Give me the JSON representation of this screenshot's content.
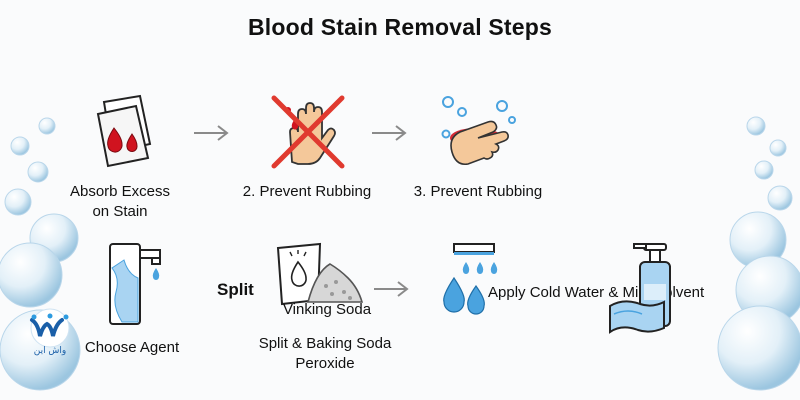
{
  "title": "Blood Stain Removal Steps",
  "steps": {
    "absorb": {
      "line1": "Absorb Excess",
      "line2": "on Stain",
      "icon": "tissue-blood-icon"
    },
    "prevent2": {
      "label": "2. Prevent Rubbing",
      "icon": "no-rubbing-hand-icon"
    },
    "prevent3": {
      "label": "3. Prevent Rubbing",
      "icon": "scrubbing-hand-icon"
    },
    "choose": {
      "label": "Choose Agent",
      "icon": "faucet-drip-icon"
    },
    "split": {
      "label": "Split",
      "icon": "baking-soda-icon"
    },
    "vinking": {
      "label": "Vinking Soda"
    },
    "baking": {
      "line1": "Split & Baking Soda",
      "line2": "Peroxide"
    },
    "apply": {
      "label": "Apply Cold Water & Mild Solvent",
      "icon": "water-drops-icon"
    },
    "bottle": {
      "icon": "soap-bottle-icon"
    }
  },
  "logo": {
    "text": "واش این",
    "icon": "wash-logo-icon"
  },
  "colors": {
    "blood": "#d0131f",
    "water": "#4aa3df",
    "water_light": "#a9d4f2",
    "accent_red": "#e03a2f",
    "skin": "#f4c89a",
    "arrow": "#8a8a8a"
  }
}
